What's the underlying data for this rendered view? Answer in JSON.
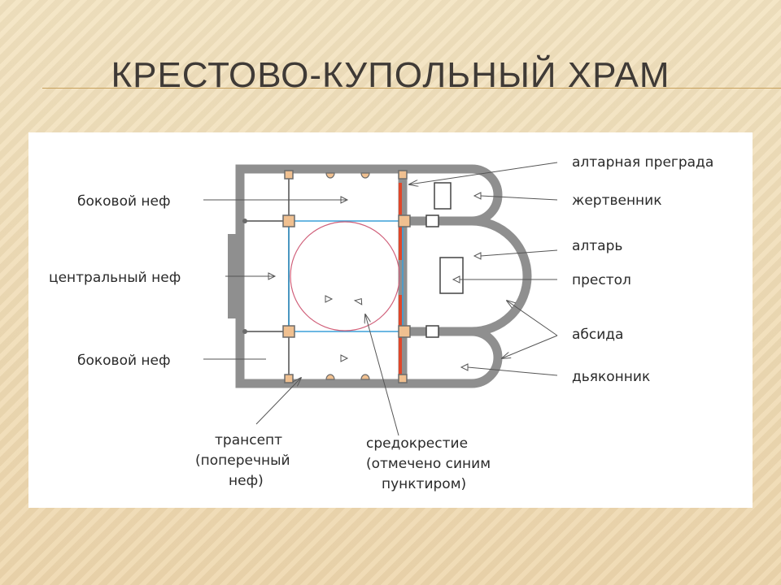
{
  "title": "КРЕСТОВО-КУПОЛЬНЫЙ ХРАМ",
  "labels": {
    "side_nave_top": "боковой неф",
    "central_nave": "центральный неф",
    "side_nave_bottom": "боковой неф",
    "transept_1": "трансепт",
    "transept_2": "(поперечный",
    "transept_3": "неф)",
    "crossing_1": "средокрестие",
    "crossing_2": "(отмечено синим",
    "crossing_3": "пунктиром)",
    "altar_barrier": "алтарная преграда",
    "prothesis": "жертвенник",
    "altar": "алтарь",
    "throne": "престол",
    "apse": "абсида",
    "diaconicon": "дьяконник"
  },
  "colors": {
    "wall": "#8f8f8f",
    "pillar": "#f0c090",
    "iconostasis": "#e0472a",
    "crossing": "#3aa0d8",
    "dome": "#d0607a"
  }
}
